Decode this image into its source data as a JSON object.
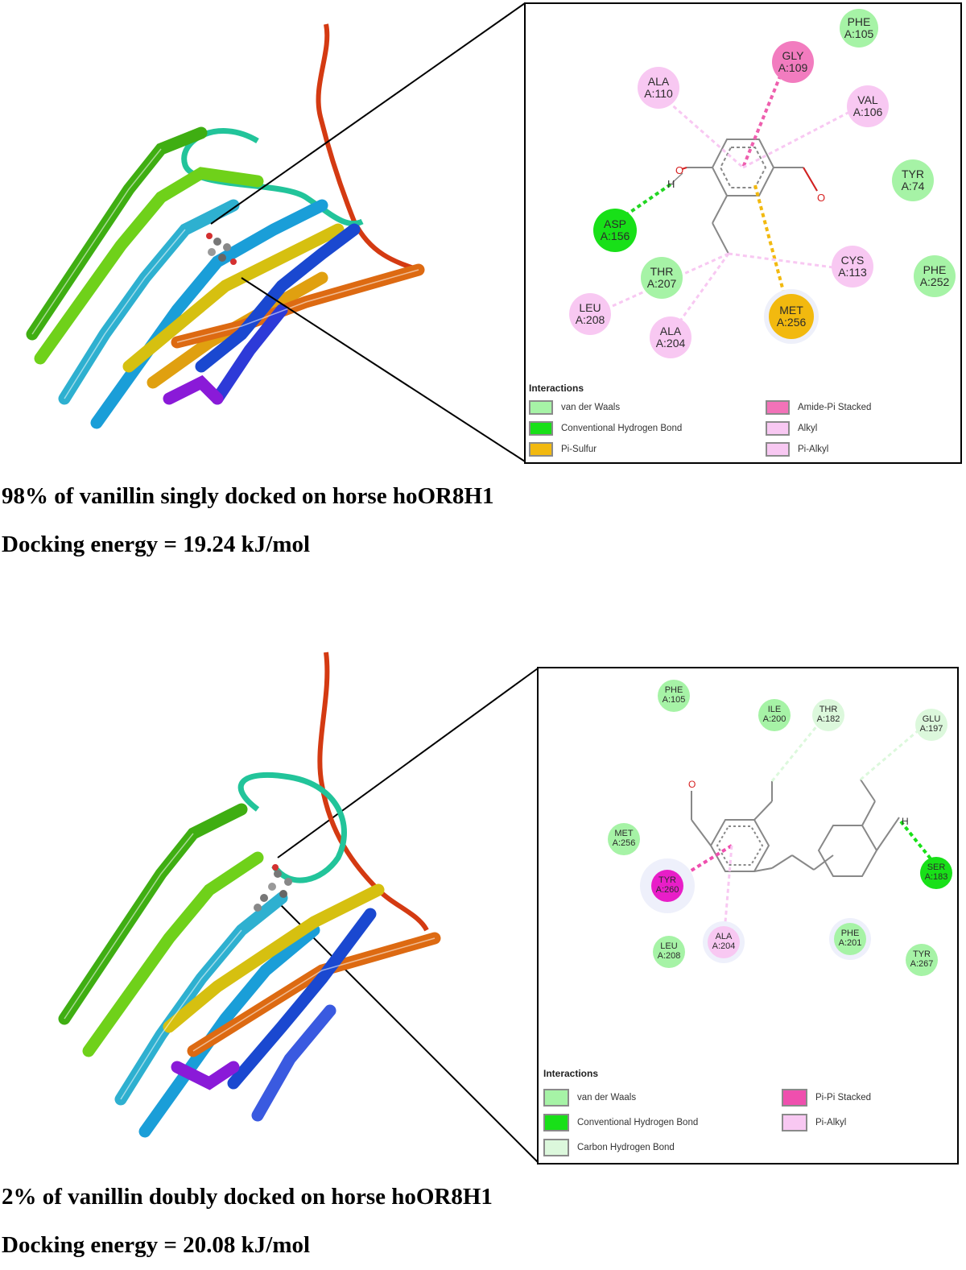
{
  "panel_top": {
    "caption_line1": "98% of vanillin singly docked on horse hoOR8H1",
    "caption_line2": "Docking energy = 19.24 kJ/mol",
    "residues": [
      {
        "id": "phe105",
        "name": "PHE",
        "num": "A:105",
        "type": "vdw"
      },
      {
        "id": "gly109",
        "name": "GLY",
        "num": "A:109",
        "type": "amide_pi"
      },
      {
        "id": "ala110",
        "name": "ALA",
        "num": "A:110",
        "type": "alkyl"
      },
      {
        "id": "val106",
        "name": "VAL",
        "num": "A:106",
        "type": "alkyl"
      },
      {
        "id": "tyr74",
        "name": "TYR",
        "num": "A:74",
        "type": "vdw"
      },
      {
        "id": "asp156",
        "name": "ASP",
        "num": "A:156",
        "type": "hbond"
      },
      {
        "id": "thr207",
        "name": "THR",
        "num": "A:207",
        "type": "vdw"
      },
      {
        "id": "cys113",
        "name": "CYS",
        "num": "A:113",
        "type": "alkyl"
      },
      {
        "id": "phe252",
        "name": "PHE",
        "num": "A:252",
        "type": "vdw"
      },
      {
        "id": "leu208",
        "name": "LEU",
        "num": "A:208",
        "type": "alkyl"
      },
      {
        "id": "met256",
        "name": "MET",
        "num": "A:256",
        "type": "pi_sulfur"
      },
      {
        "id": "ala204",
        "name": "ALA",
        "num": "A:204",
        "type": "alkyl"
      }
    ],
    "atom_labels": {
      "o_hydroxyl": "O",
      "h": "H",
      "o_carbonyl": "O"
    },
    "legend": {
      "title": "Interactions",
      "items": [
        {
          "label": "van der Waals",
          "color": "#a6f3a6"
        },
        {
          "label": "Conventional Hydrogen Bond",
          "color": "#18e018"
        },
        {
          "label": "Pi-Sulfur",
          "color": "#f2b90f"
        },
        {
          "label": "Amide-Pi Stacked",
          "color": "#f272b8"
        },
        {
          "label": "Alkyl",
          "color": "#f8c8f2"
        },
        {
          "label": "Pi-Alkyl",
          "color": "#f8c8f2"
        }
      ]
    }
  },
  "panel_bottom": {
    "caption_line1": "2% of vanillin doubly docked on horse hoOR8H1",
    "caption_line2": "Docking energy = 20.08 kJ/mol",
    "residues": [
      {
        "id": "phe105",
        "name": "PHE",
        "num": "A:105",
        "type": "vdw"
      },
      {
        "id": "ile200",
        "name": "ILE",
        "num": "A:200",
        "type": "vdw"
      },
      {
        "id": "thr182",
        "name": "THR",
        "num": "A:182",
        "type": "vdw"
      },
      {
        "id": "glu197",
        "name": "GLU",
        "num": "A:197",
        "type": "vdw"
      },
      {
        "id": "met256",
        "name": "MET",
        "num": "A:256",
        "type": "vdw"
      },
      {
        "id": "tyr260",
        "name": "TYR",
        "num": "A:260",
        "type": "pi_pi"
      },
      {
        "id": "ser183",
        "name": "SER",
        "num": "A:183",
        "type": "hbond"
      },
      {
        "id": "leu208",
        "name": "LEU",
        "num": "A:208",
        "type": "vdw"
      },
      {
        "id": "ala204",
        "name": "ALA",
        "num": "A:204",
        "type": "alkyl"
      },
      {
        "id": "phe201",
        "name": "PHE",
        "num": "A:201",
        "type": "vdw"
      },
      {
        "id": "tyr267",
        "name": "TYR",
        "num": "A:267",
        "type": "vdw"
      }
    ],
    "atom_labels": {
      "o": "O",
      "h": "H"
    },
    "legend": {
      "title": "Interactions",
      "items": [
        {
          "label": "van der Waals",
          "color": "#a6f3a6"
        },
        {
          "label": "Conventional Hydrogen Bond",
          "color": "#18e018"
        },
        {
          "label": "Carbon Hydrogen Bond",
          "color": "#dcf8dc"
        },
        {
          "label": "Pi-Pi Stacked",
          "color": "#ef4fae"
        },
        {
          "label": "Pi-Alkyl",
          "color": "#f8c8f2"
        }
      ]
    }
  }
}
